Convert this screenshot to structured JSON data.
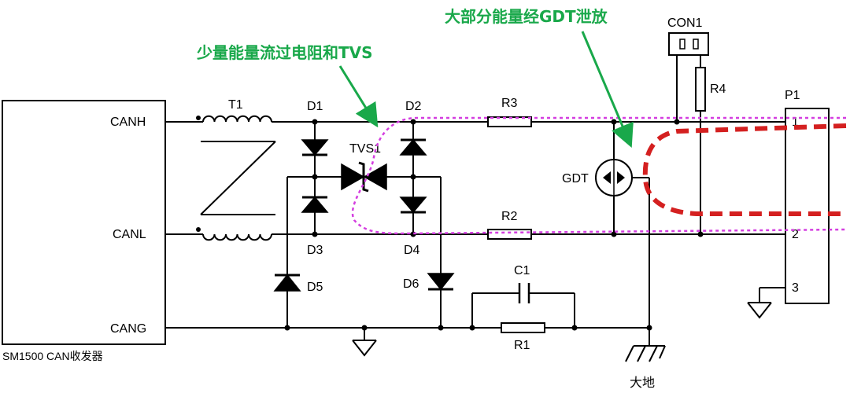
{
  "annotations": {
    "small_energy": "少量能量流过电阻和TVS",
    "large_energy": "大部分能量经GDT泄放"
  },
  "transceiver": {
    "name": "SM1500 CAN收发器",
    "pins": {
      "canh": "CANH",
      "canl": "CANL",
      "cang": "CANG"
    }
  },
  "components": {
    "t1": "T1",
    "d1": "D1",
    "d2": "D2",
    "d3": "D3",
    "d4": "D4",
    "d5": "D5",
    "d6": "D6",
    "tvs1": "TVS1",
    "r1": "R1",
    "r2": "R2",
    "r3": "R3",
    "r4": "R4",
    "c1": "C1",
    "gdt": "GDT",
    "con1": "CON1",
    "p1": "P1"
  },
  "connector_pins": {
    "pin1": "1",
    "pin2": "2",
    "pin3": "3"
  },
  "earth_label": "大地",
  "colors": {
    "annotation": "#19a84a",
    "low_energy_path": "#d43ee0",
    "high_energy_path": "#d42020",
    "wire": "#000000"
  }
}
